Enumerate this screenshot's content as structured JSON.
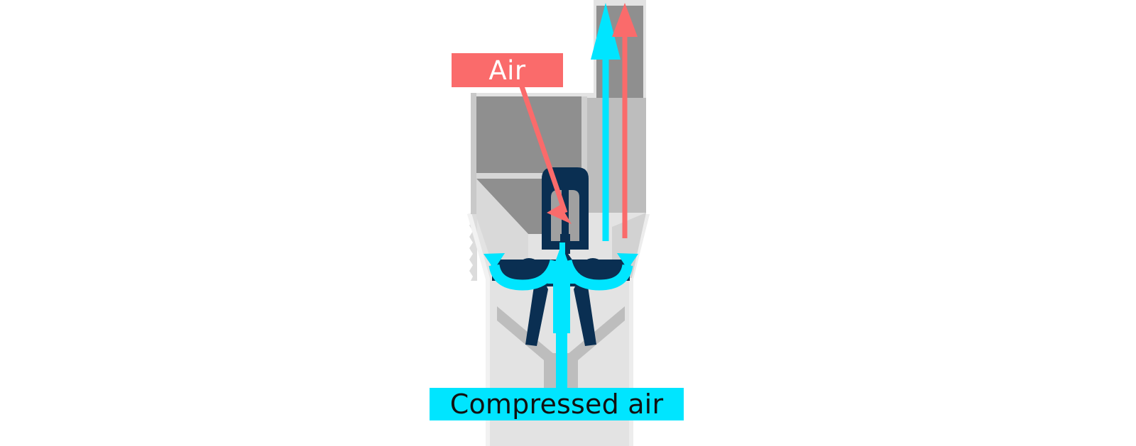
{
  "diagram": {
    "title": "Compressed air nozzle cutaway cross-section",
    "subject": "air-induction-nozzle",
    "background_color": "#ffffff",
    "labels": {
      "air": {
        "text": "Air",
        "box_color": "#fa6b6b",
        "text_color": "#ffffff"
      },
      "compressed_air": {
        "text": "Compressed air",
        "box_color": "#00e5ff",
        "text_color": "#111111"
      }
    },
    "flows": [
      {
        "name": "compressed-air-inlet",
        "label": "Compressed air",
        "color": "#00e5ff",
        "direction": "upward-center"
      },
      {
        "name": "induced-air-intake",
        "label": "Air",
        "color": "#fa6b6b",
        "direction": "downward-diagonal"
      },
      {
        "name": "air-outlet-cyan",
        "label": "Compressed air",
        "color": "#00e5ff",
        "direction": "upward-outlet"
      },
      {
        "name": "air-outlet-coral",
        "label": "Air",
        "color": "#fa6b6b",
        "direction": "upward-outlet"
      },
      {
        "name": "air-spread-left",
        "label": "Air",
        "color": "#00e5ff",
        "direction": "curve-out-left"
      },
      {
        "name": "air-spread-right",
        "label": "Air",
        "color": "#00e5ff",
        "direction": "curve-out-right"
      }
    ],
    "palette": {
      "body_light_gray": "#e3e3e3",
      "body_mid_gray": "#c4c4c4",
      "body_dark_gray": "#a0a0a0",
      "body_darker_gray": "#8f8f8f",
      "nozzle_navy": "#0a2f52",
      "cyan": "#00e5ff",
      "coral": "#fa6b6b",
      "white": "#ffffff"
    },
    "parts": [
      {
        "name": "outer-housing",
        "color": "#e3e3e3"
      },
      {
        "name": "inner-chamber",
        "color": "#a0a0a0"
      },
      {
        "name": "upper-duct",
        "color": "#8f8f8f"
      },
      {
        "name": "nozzle-body",
        "color": "#0a2f52"
      },
      {
        "name": "nozzle-cavity",
        "color": "#a0a0a0"
      },
      {
        "name": "cutaway-sawtooth-edge",
        "color": "#dcdcdc"
      }
    ]
  }
}
